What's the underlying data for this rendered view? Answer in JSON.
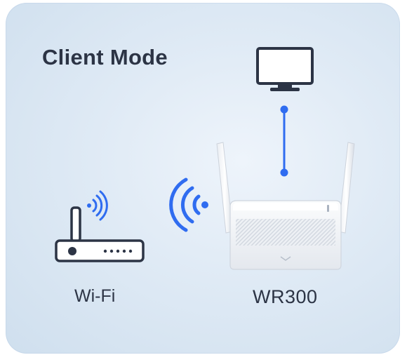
{
  "diagram": {
    "title": "Client Mode",
    "source_label": "Wi-Fi",
    "device_label": "WR300",
    "colors": {
      "accent": "#2f6cf0",
      "text": "#2c3445",
      "device": "#f7f8fa"
    },
    "icons": [
      "monitor-icon",
      "wifi-router-icon",
      "wifi-signal-icon",
      "wr300-router-icon"
    ]
  }
}
